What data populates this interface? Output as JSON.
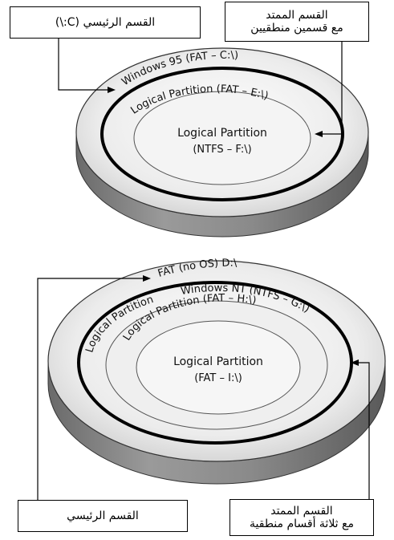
{
  "top_disk": {
    "outer_ring_label": "Windows 95 (FAT – C:\\)",
    "middle_ring_label": "Logical Partition (FAT – E:\\)",
    "center_line1": "Logical Partition",
    "center_line2": "(NTFS – F:\\)",
    "callout_primary": "القسم الرئيسي (C:\\)",
    "callout_extended_line1": "القسم الممتد",
    "callout_extended_line2": "مع قسمين منطقيين"
  },
  "bottom_disk": {
    "outer_ring_label": "FAT (no OS) D:\\",
    "ring2_label_left": "Logical Partition",
    "ring2_label_right": "Windows NT (NTFS – G:\\)",
    "ring3_label": "Logical Partition (FAT – H:\\)",
    "center_line1": "Logical Partition",
    "center_line2": "(FAT – I:\\)",
    "callout_primary": "القسم الرئيسي",
    "callout_extended_line1": "القسم الممتد",
    "callout_extended_line2": "مع ثلاثة أقسام منطقية"
  }
}
